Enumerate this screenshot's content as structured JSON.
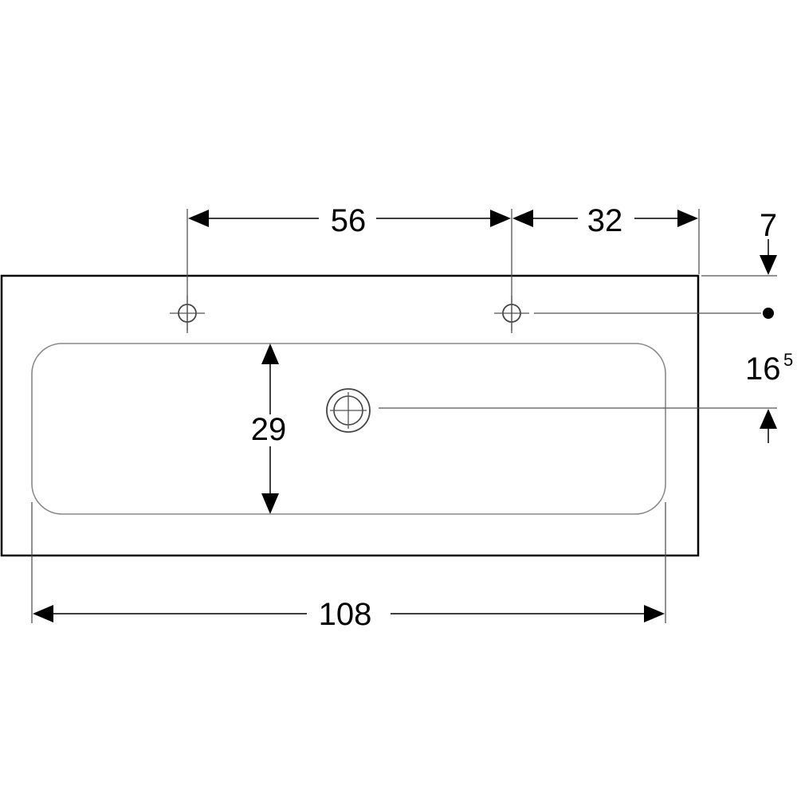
{
  "drawing": {
    "dimensions": {
      "tap_hole_spacing": "56",
      "tap_hole_to_edge": "32",
      "edge_to_tap_hole_center": "7",
      "tap_hole_to_drain_main": "16",
      "tap_hole_to_drain_sup": "5",
      "bowl_depth": "29",
      "bowl_width": "108"
    },
    "colors": {
      "outline": "#000000",
      "basin_edge": "#888888",
      "leader_lines": "#555555"
    },
    "icons": [
      "tap-hole-icon",
      "drain-icon",
      "reference-point-icon"
    ]
  }
}
